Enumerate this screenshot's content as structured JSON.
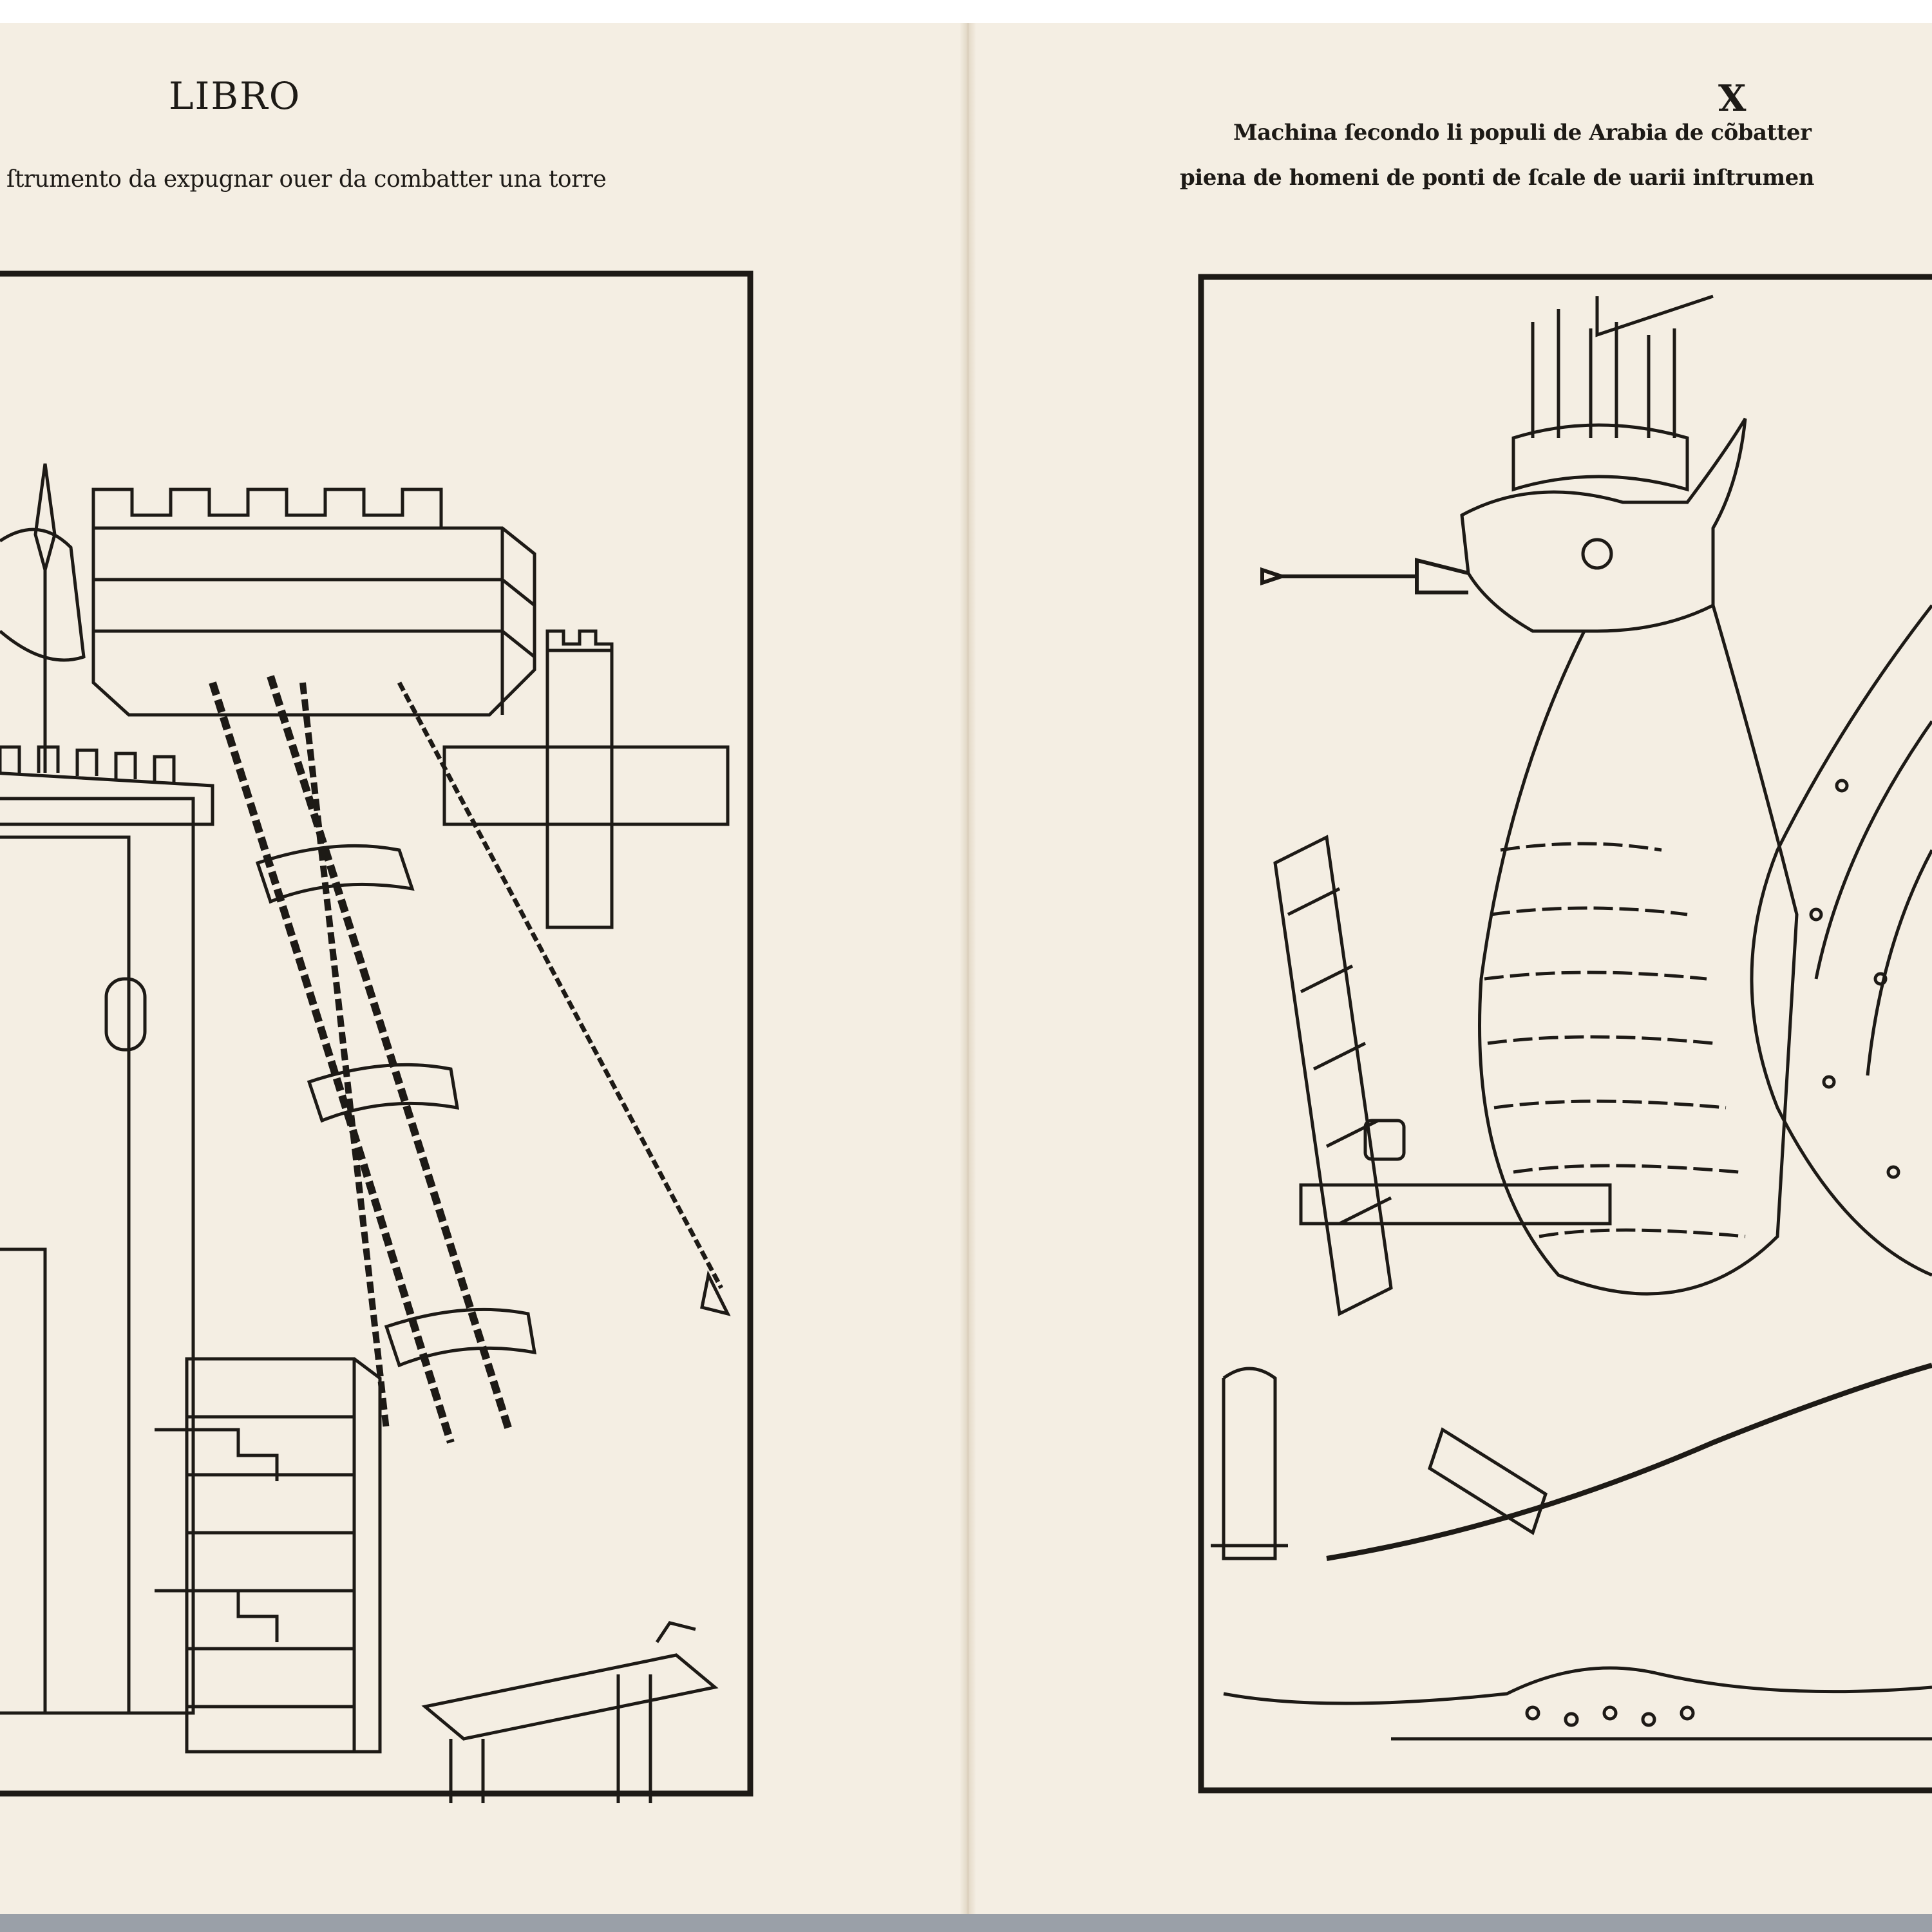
{
  "left_page": {
    "running_head": "LIBRO",
    "caption": "ſtrumento da expugnar ouer da combatter una torre"
  },
  "right_page": {
    "folio": "X",
    "caption_line1": "Machina ſecondo li populi de Arabia de cõbatter",
    "caption_line2": "piena de homeni de ponti de ſcale de uarii inſtrumen"
  },
  "colors": {
    "paper": "#f4eee3",
    "ink": "#1d1a16",
    "band": "#9aa0a8"
  }
}
